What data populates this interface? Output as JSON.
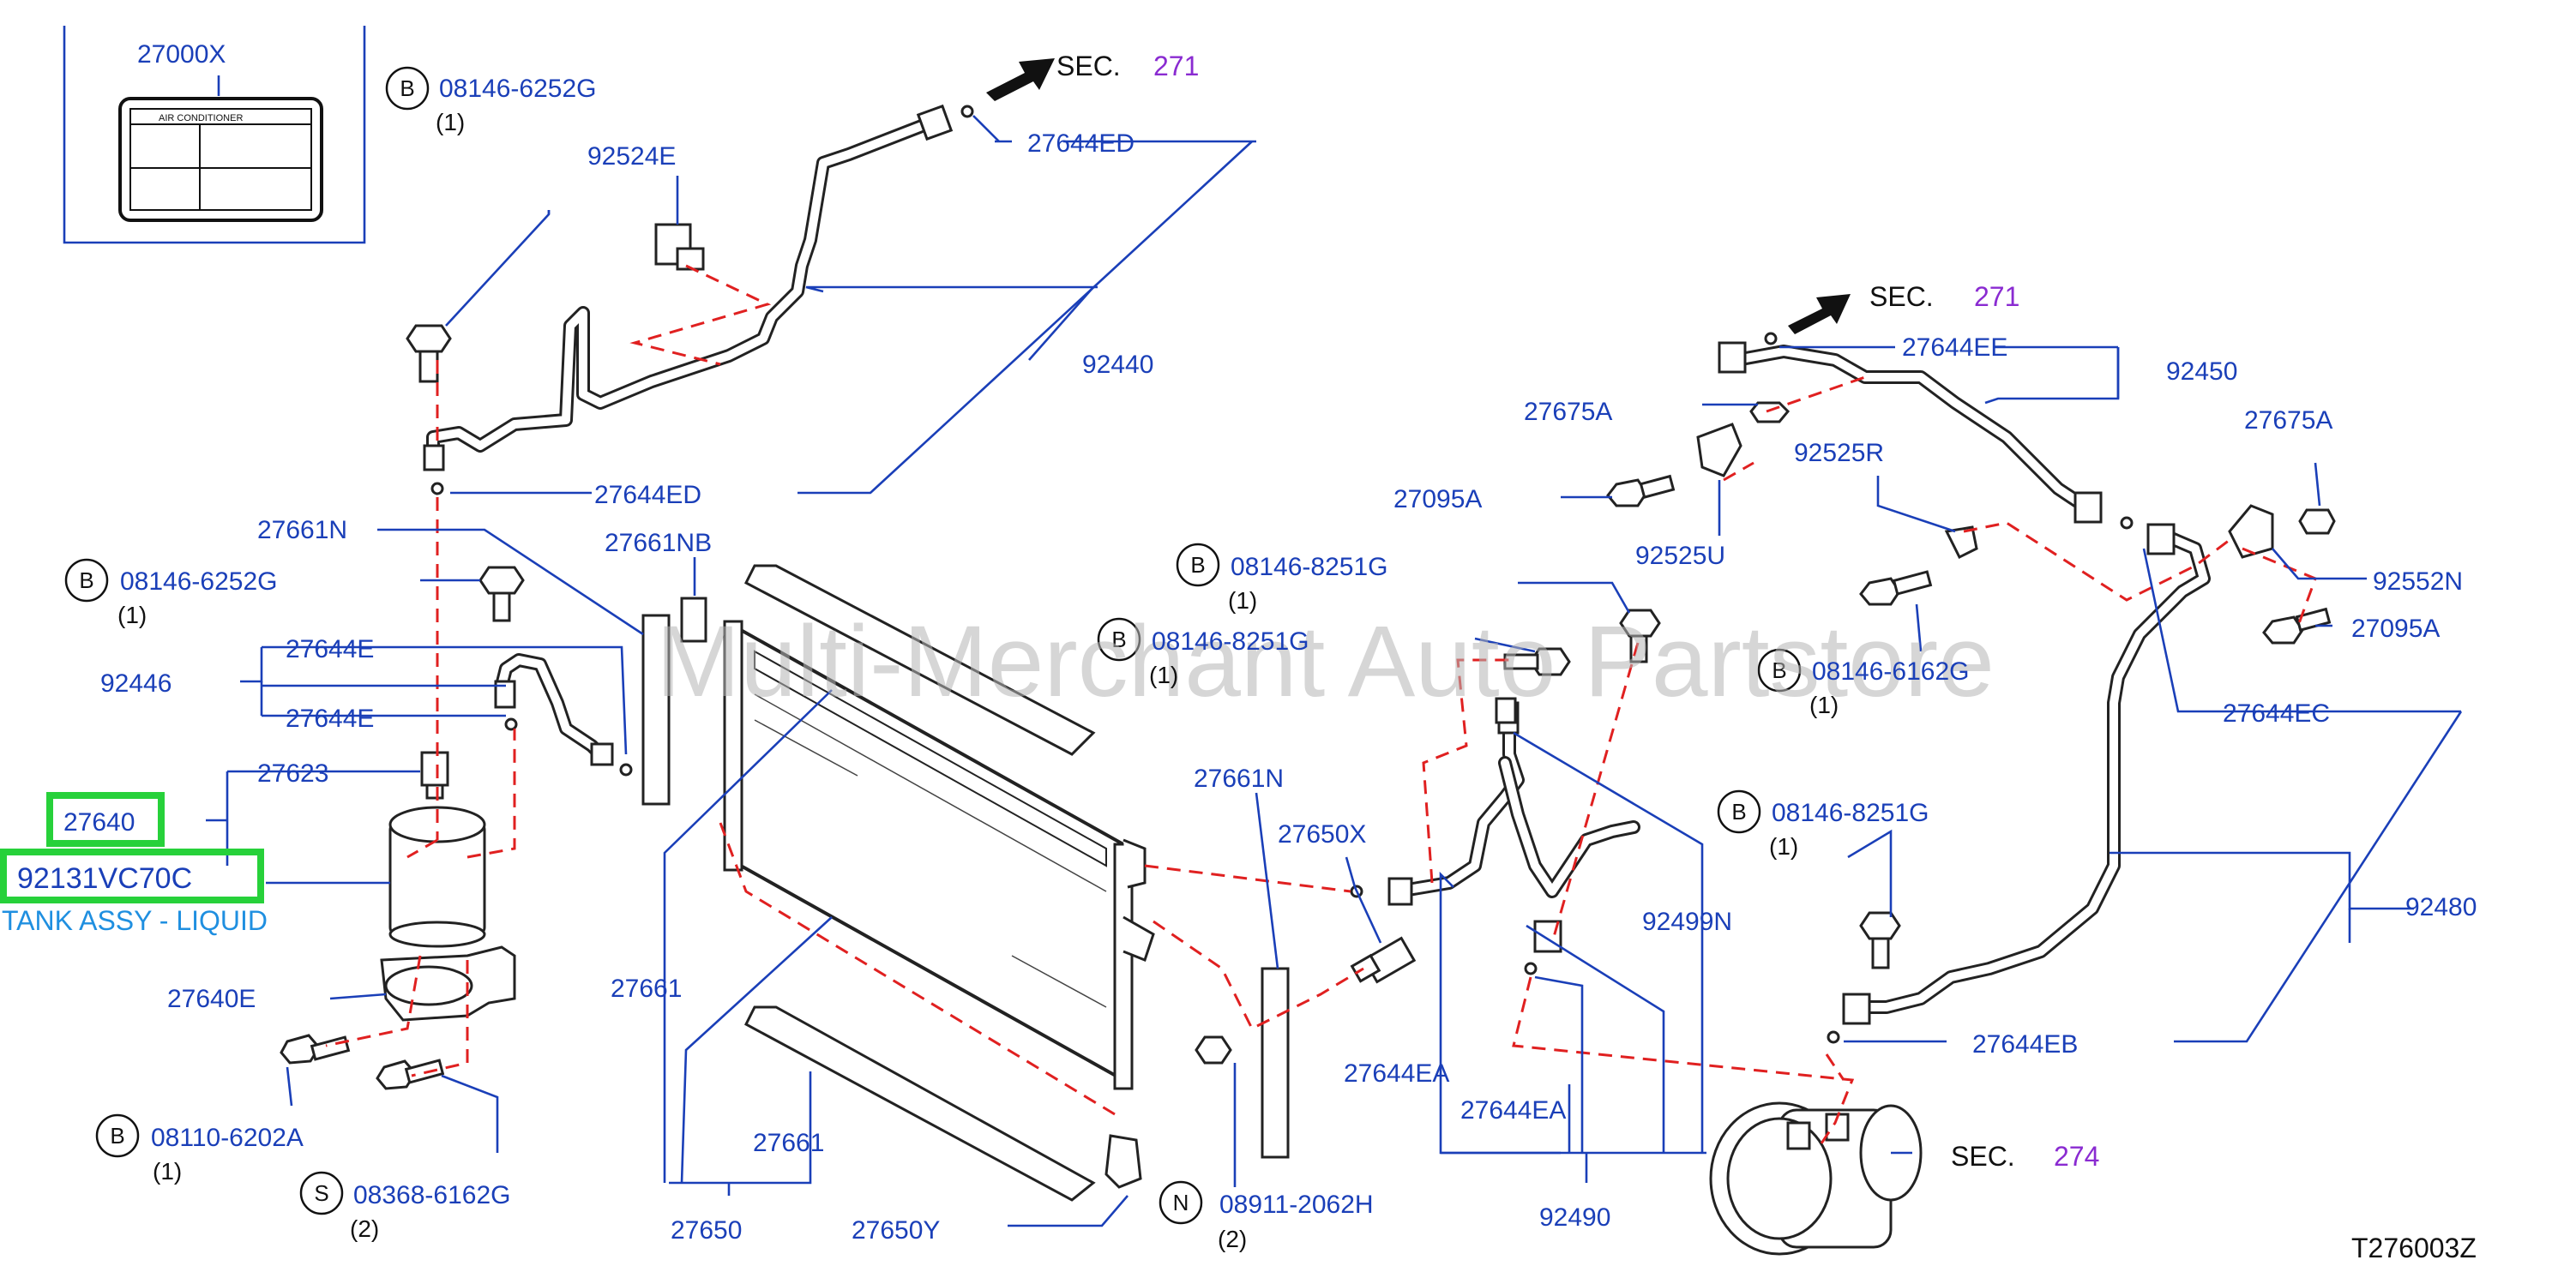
{
  "labels": {
    "p27000X": "27000X",
    "ac_label_caption": "AIR    CONDITIONER",
    "p08146_6252G_a": "08146-6252G",
    "qty_a": "(1)",
    "p92524E": "92524E",
    "p27644ED_top": "27644ED",
    "p92440": "92440",
    "p27644ED_mid": "27644ED",
    "p27661N_left": "27661N",
    "p27661NB": "27661NB",
    "p08146_6252G_b": "08146-6252G",
    "qty_b": "(1)",
    "p27644E_a": "27644E",
    "p92446": "92446",
    "p27644E_b": "27644E",
    "p27623": "27623",
    "p27640": "27640",
    "p92131VC70C": "92131VC70C",
    "tank_desc": "TANK ASSY - LIQUID",
    "p27640E": "27640E",
    "p08110_6202A": "08110-6202A",
    "qty_c": "(1)",
    "p08368_6162G": "08368-6162G",
    "qty_d": "(2)",
    "p27661_a": "27661",
    "p27661_b": "27661",
    "p27650": "27650",
    "p27650Y": "27650Y",
    "p08911_2062H": "08911-2062H",
    "qty_e": "(2)",
    "p27661N_mid": "27661N",
    "p27650X": "27650X",
    "p27644EA_a": "27644EA",
    "p27644EA_b": "27644EA",
    "p92490": "92490",
    "p92499N": "92499N",
    "p08146_8251G_a": "08146-8251G",
    "qty_f": "(1)",
    "p08146_8251G_b": "08146-8251G",
    "qty_g": "(1)",
    "p08146_8251G_c": "08146-8251G",
    "qty_h": "(1)",
    "p27675A_a": "27675A",
    "p27095A_a": "27095A",
    "p92525U": "92525U",
    "p92525R": "92525R",
    "p27644EE": "27644EE",
    "p92450": "92450",
    "p27675A_b": "27675A",
    "p92552N": "92552N",
    "p27095A_b": "27095A",
    "p08146_6162G": "08146-6162G",
    "qty_i": "(1)",
    "p27644EC": "27644EC",
    "p92480": "92480",
    "p27644EB": "27644EB",
    "sec_word_a": "SEC.",
    "sec_num_a": "271",
    "sec_word_b": "SEC.",
    "sec_num_b": "271",
    "sec_word_c": "SEC.",
    "sec_num_c": "274",
    "ref_code": "T276003Z",
    "watermark": "Multi-Merchant Auto Partstore"
  },
  "circle_letters": {
    "b1": "B",
    "b2": "B",
    "b3": "B",
    "b4": "B",
    "b5": "B",
    "b6": "B",
    "b7": "B",
    "s1": "S",
    "n1": "N"
  },
  "colors": {
    "label_blue": "#1a3fb8",
    "dash_red": "#e02020",
    "highlight_green": "#27d13a",
    "section_purple": "#8a2bd1",
    "description_blue": "#1f8fe0"
  }
}
